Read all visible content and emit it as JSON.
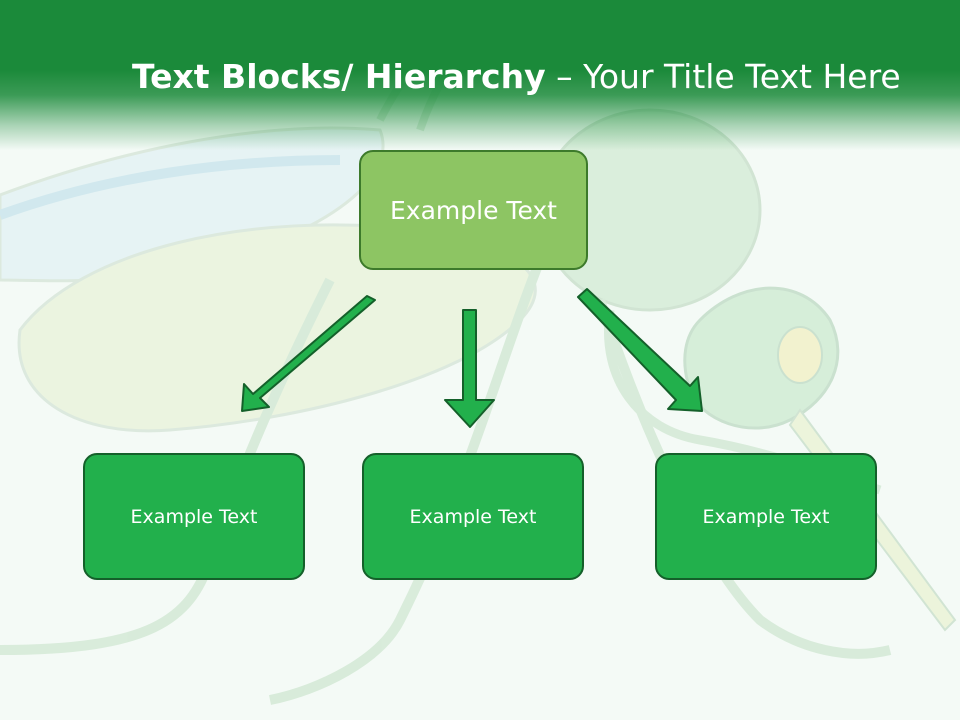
{
  "title": {
    "bold": "Text Blocks/ Hierarchy",
    "rest": " – Your Title Text Here"
  },
  "hierarchy": {
    "top": {
      "label": "Example Text"
    },
    "children": [
      {
        "label": "Example Text"
      },
      {
        "label": "Example Text"
      },
      {
        "label": "Example Text"
      }
    ]
  },
  "colors": {
    "header": "#1b8a3a",
    "top_box": "#8dc563",
    "child_box": "#22b04c",
    "arrow": "#22b04c"
  }
}
